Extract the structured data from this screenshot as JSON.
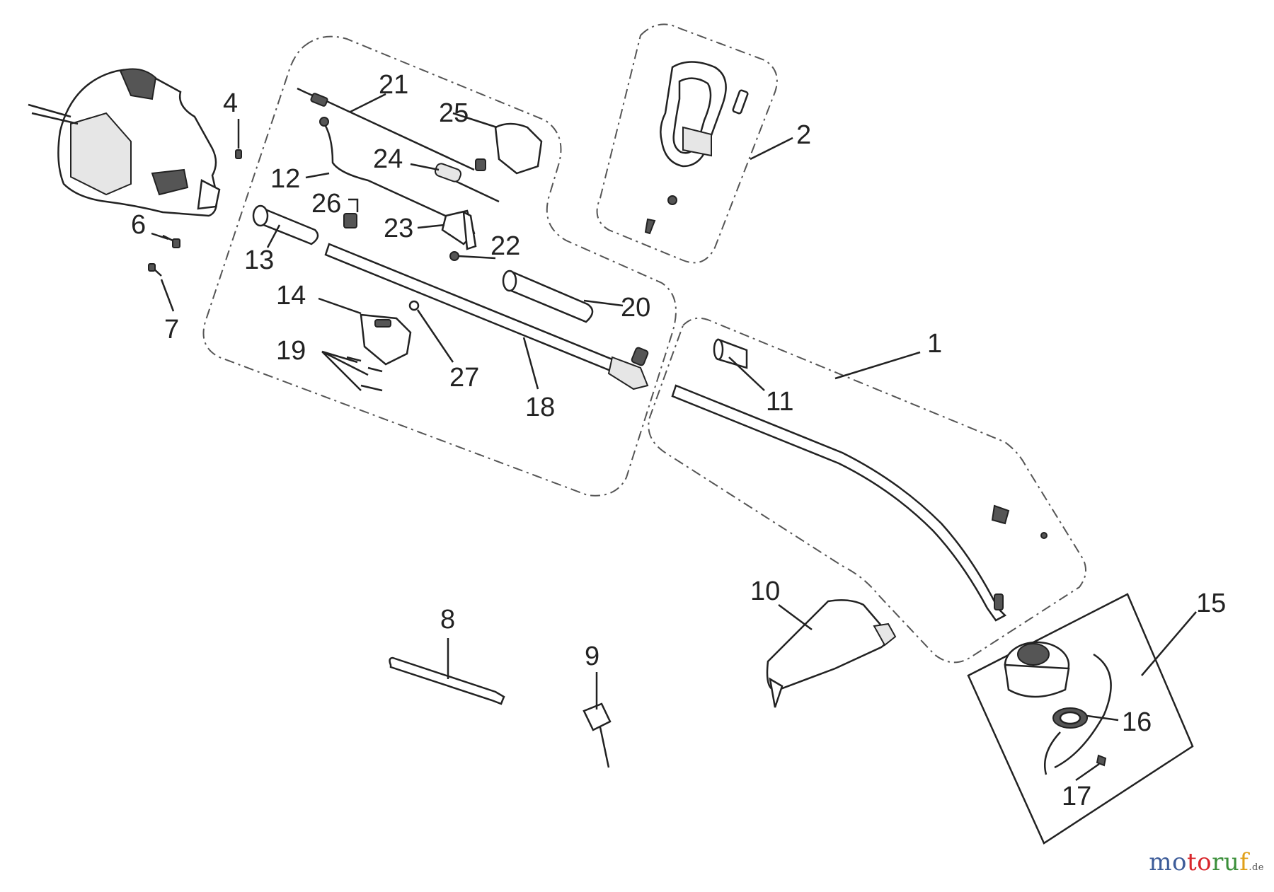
{
  "callouts": {
    "c1": "1",
    "c2": "2",
    "c4": "4",
    "c6": "6",
    "c7": "7",
    "c8": "8",
    "c9": "9",
    "c10": "10",
    "c11": "11",
    "c12": "12",
    "c13": "13",
    "c14": "14",
    "c15": "15",
    "c16": "16",
    "c17": "17",
    "c18": "18",
    "c19": "19",
    "c20": "20",
    "c21": "21",
    "c22": "22",
    "c23": "23",
    "c24": "24",
    "c25": "25",
    "c26": "26",
    "c27": "27"
  },
  "watermark": {
    "part1": "mo",
    "part2": "to",
    "part3": "ru",
    "part4": "f",
    "tld": ".de"
  }
}
